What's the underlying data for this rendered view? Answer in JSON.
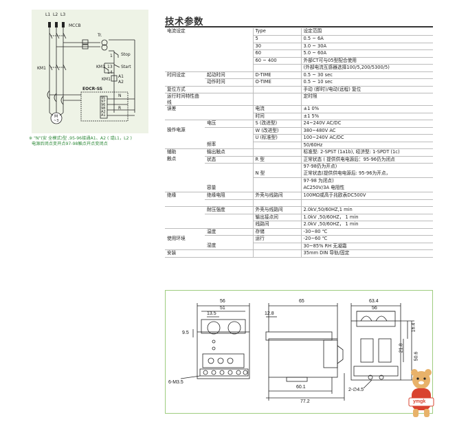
{
  "circuit": {
    "phase_labels": [
      "L1",
      "L2",
      "L3"
    ],
    "mccb_label": "MCCB",
    "tr_label": "Tr.",
    "stop_label": "Stop",
    "start_label": "Start",
    "km1_labels": [
      "KM1",
      "KM1",
      "KM1"
    ],
    "stop_num": "1",
    "start_nums": [
      "13",
      "14"
    ],
    "a1_label": "A1",
    "a2_label": "A2",
    "eocr_label": "EOCR-SS",
    "terminals": [
      "95",
      "97",
      "96",
      "98",
      "A2",
      "A1"
    ],
    "n_label": "N",
    "r_label": "R",
    "motor_label": "M",
    "motor_sub": "~3"
  },
  "note": {
    "line1": "※ \"N\"(安   全模式)型 ,95-96接通A1、A2 ( 或L1，L2 )",
    "line2": "电源后闭点变开点97-98触点开点变闭点"
  },
  "spec": {
    "title": "技术参数",
    "rows": [
      [
        "电流设定",
        "",
        "Type",
        "设定范围"
      ],
      [
        "",
        "",
        "5",
        "0.5 ~ 6A"
      ],
      [
        "",
        "",
        "30",
        "3.0 ~ 30A"
      ],
      [
        "",
        "",
        "60",
        "5.0 ~ 60A"
      ],
      [
        "",
        "",
        "60 ~ 400",
        "外部CT可与05型配合使用"
      ],
      [
        "",
        "",
        "",
        "(外部电流互感器选择100/5,200/5300/5)"
      ],
      [
        "时间设定",
        "起动时间",
        "D-TIME",
        "0.5 ~ 30 sec"
      ],
      [
        "",
        "动作时间",
        "O-TIME",
        "0.5 ~ 10 sec"
      ],
      [
        "复位方式",
        "",
        "",
        "手动 (即时)/电动(远程) 复位"
      ],
      [
        "运行时间特性曲线",
        "",
        "",
        "定时限"
      ],
      [
        "误差",
        "",
        "电流",
        "±1 0%"
      ],
      [
        "",
        "",
        "时间",
        "±1 5%"
      ],
      [
        "",
        "电压",
        "S (改进型)",
        "24~240V AC/DC"
      ],
      [
        "操作电源",
        "",
        "W (改进型)",
        "380~480V AC"
      ],
      [
        "",
        "",
        "U (标准型)",
        "100~240V AC/DC"
      ],
      [
        "",
        "频率",
        "",
        "50/60Hz"
      ],
      [
        "辅助",
        "输出触点",
        "",
        "标准型: 2-SPST (1a1b), 经济型: 1-SPDT (1c)"
      ],
      [
        "触点",
        "状态",
        "R 型",
        "正常状态 ( 提供供电电源后：95-96仍为闭点"
      ],
      [
        "",
        "",
        "",
        "97-98仍为开点)"
      ],
      [
        "",
        "",
        "N 型",
        "正常状态(提供供电电源后: 95-96为开点，"
      ],
      [
        "",
        "",
        "",
        "97-98 为闭点)"
      ],
      [
        "",
        "容量",
        "",
        "AC250V/3A 电阻性"
      ],
      [
        "绝缘",
        "绝缘电阻",
        "外壳与线路间",
        "100MΩ或高于兆欧表DC500V"
      ],
      [
        "",
        "",
        "",
        ""
      ],
      [
        "",
        "耐压强度",
        "外壳与线路间",
        "2.0kV,50/60HZ,1 min"
      ],
      [
        "",
        "",
        "输出接点间",
        "1.0kV ,50/60HZ， 1 min"
      ],
      [
        "",
        "",
        "线路间",
        "2.0kV ,50/60HZ， 1 min"
      ],
      [
        "",
        "温度",
        "存储",
        "-30~80 ℃"
      ],
      [
        "使用环境",
        "",
        "运行",
        "-20~60 ℃"
      ],
      [
        "",
        "湿度",
        "",
        "30~85%   RH 无凝霜"
      ],
      [
        "安装",
        "",
        "",
        "35mm DIN 导轨/固定"
      ]
    ]
  },
  "dims": {
    "front_top": "56",
    "front_top2": "51",
    "front_13": "13.5",
    "front_95": "9.5",
    "front_screw": "6-M3.5",
    "side_top": "65",
    "side_128": "12.8",
    "side_601": "60.1",
    "side_772": "77.2",
    "back_634": "63.4",
    "back_56": "56",
    "back_164": "16.4",
    "back_218": "21.8",
    "back_506": "50.6",
    "back_hole": "2-∅4.5"
  },
  "mascot": {
    "text": "ymgk"
  },
  "colors": {
    "accent_green": "#2f8a3a",
    "panel_bg": "#eef3e6",
    "frame_green": "#9ecc7e"
  }
}
